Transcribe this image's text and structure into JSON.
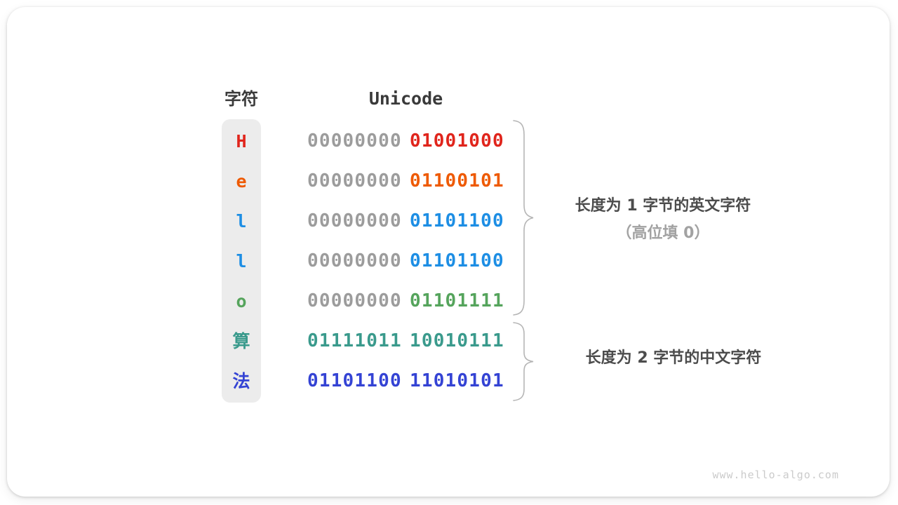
{
  "figure": {
    "headers": {
      "char": "字符",
      "unicode": "Unicode"
    },
    "rows": [
      {
        "char": "H",
        "byte1": "00000000",
        "byte2": "01001000",
        "char_color": "#e0251c",
        "byte1_color": "#9c9c9c",
        "byte2_color": "#e0251c"
      },
      {
        "char": "e",
        "byte1": "00000000",
        "byte2": "01100101",
        "char_color": "#ee5a03",
        "byte1_color": "#9c9c9c",
        "byte2_color": "#ee5a03"
      },
      {
        "char": "l",
        "byte1": "00000000",
        "byte2": "01101100",
        "char_color": "#1d8ee4",
        "byte1_color": "#9c9c9c",
        "byte2_color": "#1d8ee4"
      },
      {
        "char": "l",
        "byte1": "00000000",
        "byte2": "01101100",
        "char_color": "#1d8ee4",
        "byte1_color": "#9c9c9c",
        "byte2_color": "#1d8ee4"
      },
      {
        "char": "o",
        "byte1": "00000000",
        "byte2": "01101111",
        "char_color": "#55a45c",
        "byte1_color": "#9c9c9c",
        "byte2_color": "#55a45c"
      },
      {
        "char": "算",
        "byte1": "01111011",
        "byte2": "10010111",
        "char_color": "#3a9a8c",
        "byte1_color": "#3a9a8c",
        "byte2_color": "#3a9a8c"
      },
      {
        "char": "法",
        "byte1": "01101100",
        "byte2": "11010101",
        "char_color": "#3443d4",
        "byte1_color": "#3443d4",
        "byte2_color": "#3443d4"
      }
    ],
    "annotations": [
      {
        "line1": "长度为 1 字节的英文字符",
        "line2": "（高位填 0）"
      },
      {
        "line1": "长度为 2 字节的中文字符",
        "line2": ""
      }
    ],
    "watermark": "www.hello-algo.com",
    "colors": {
      "heading": "#3a3a3a",
      "annotation_primary": "#4c4c4c",
      "annotation_secondary": "#a2a2a2",
      "brace": "#b5b5b5",
      "watermark": "#cbcbcb",
      "char_column_bg": "#ececec"
    }
  }
}
